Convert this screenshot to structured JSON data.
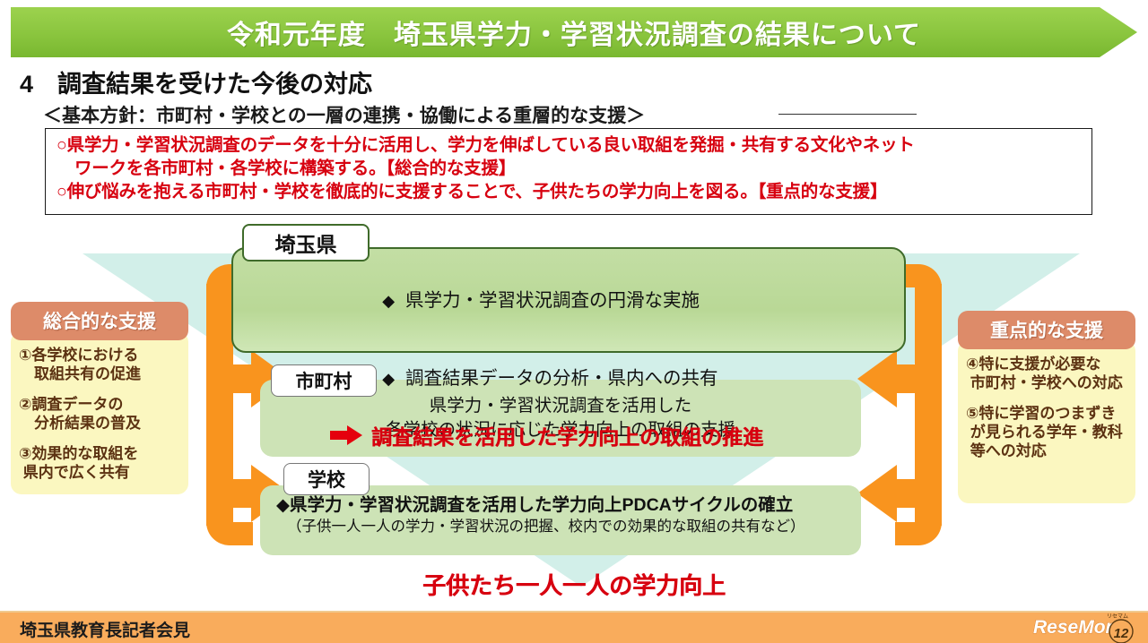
{
  "banner": {
    "title": "令和元年度　埼玉県学力・学習状況調査の結果について",
    "color": "#8ac53e"
  },
  "section": {
    "heading": "4　調査結果を受けた今後の対応",
    "basic_policy": "＜基本方針：市町村・学校との一層の連携・協働による重層的な支援＞"
  },
  "policy_box": {
    "accent_color": "#d7000f",
    "lines": [
      "○県学力・学習状況調査のデータを十分に活用し、学力を伸ばしている良い取組を発掘・共有する文化やネット",
      "ワークを各市町村・各学校に構築する。【総合的な支援】",
      "○伸び悩みを抱える市町村・学校を徹底的に支援することで、子供たちの学力向上を図る。【重点的な支援】"
    ]
  },
  "diagram": {
    "triangle_color": "#d2efe9",
    "arrow_color": "#f9941e",
    "prefecture": {
      "tag": "埼玉県",
      "bullets": [
        "県学力・学習状況調査の円滑な実施",
        "調査結果データの分析・県内への共有"
      ],
      "highlight": "調査結果を活用した学力向上の取組の推進",
      "highlight_color": "#d7000f"
    },
    "municipality": {
      "tag": "市町村",
      "lines": [
        "県学力・学習状況調査を活用した",
        "各学校の状況に応じた学力向上の取組の支援"
      ]
    },
    "school": {
      "tag": "学校",
      "line1": "◆県学力・学習状況調査を活用した学力向上PDCAサイクルの確立",
      "line2": "（子供一人一人の学力・学習状況の把握、校内での効果的な取組の共有など）"
    },
    "left_panel": {
      "header": "総合的な支援",
      "header_color": "#dd8b69",
      "body_color": "#fbf7c0",
      "items": [
        "①各学校における\n　取組共有の促進",
        "②調査データの\n　分析結果の普及",
        "③効果的な取組を\n 県内で広く共有"
      ]
    },
    "right_panel": {
      "header": "重点的な支援",
      "header_color": "#dd8b69",
      "body_color": "#fbf7c0",
      "items": [
        "④特に支援が必要な\n 市町村・学校への対応",
        "⑤特に学習のつまずき\n が見られる学年・教科\n 等への対応"
      ]
    }
  },
  "conclusion": "子供たち一人一人の学力向上",
  "footer": {
    "text": "埼玉県教育長記者会見",
    "bar_color": "#f9ac5c",
    "watermark": "ReseMom",
    "watermark_sub": "リセマム"
  }
}
